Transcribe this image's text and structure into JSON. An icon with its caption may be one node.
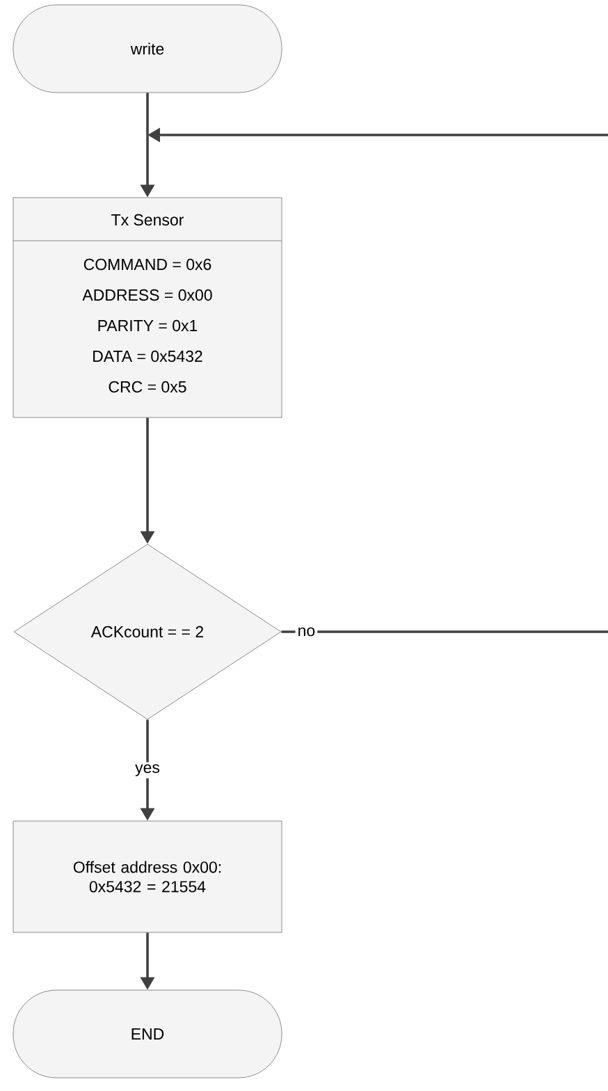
{
  "diagram": {
    "nodes": [
      {
        "text": [
          "write"
        ]
      },
      {
        "text": [
          "Tx Sensor",
          "COMMAND = 0x6",
          "ADDRESS = 0x00",
          "PARITY = 0x1",
          "DATA = 0x5432",
          "CRC = 0x5"
        ]
      },
      {
        "text": [
          "ACKcount = = 2"
        ]
      },
      {
        "text": [
          "Offset address 0x00: 0x5432 = 21554"
        ]
      },
      {
        "text": [
          "END"
        ]
      }
    ],
    "edges": [
      {
        "from": 0,
        "to": 1,
        "arrow": "to"
      },
      {
        "from": null,
        "to": 1,
        "arrow": "to"
      },
      {
        "from": 1,
        "to": 2,
        "arrow": "to"
      },
      {
        "from": 2,
        "to": 3,
        "arrow": "to",
        "label": "yes"
      },
      {
        "from": 2,
        "to": null,
        "arrow": "none",
        "label": "no"
      },
      {
        "from": 3,
        "to": 4,
        "arrow": "to"
      }
    ]
  }
}
